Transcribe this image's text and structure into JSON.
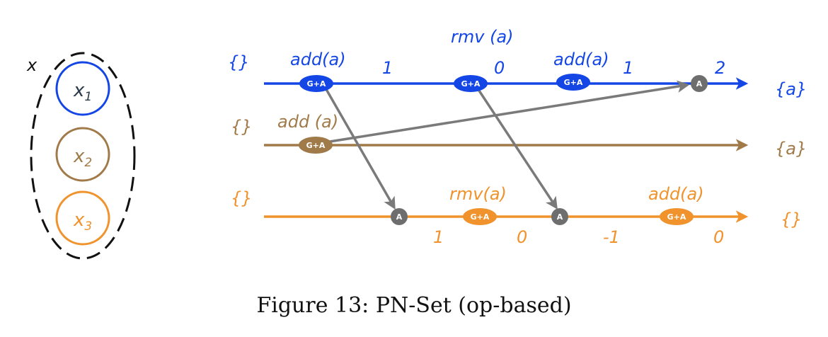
{
  "replica_set": {
    "label": "x",
    "members": [
      {
        "base": "x",
        "sub": "1",
        "color": "#1446e6",
        "text_color": "#2a3a4a"
      },
      {
        "base": "x",
        "sub": "2",
        "color": "#a07a49",
        "text_color": "#a07a49"
      },
      {
        "base": "x",
        "sub": "3",
        "color": "#f0932d",
        "text_color": "#f0932d"
      }
    ]
  },
  "timelines": [
    {
      "color": "#1446e6",
      "initial": "{}",
      "final": "{a}",
      "events": [
        {
          "badge": "G+A",
          "op": "add(a)",
          "count_after": "1"
        },
        {
          "badge": "G+A",
          "op": "rmv (a)",
          "count_after": "0"
        },
        {
          "badge": "G+A",
          "op": "add(a)",
          "count_after": "1"
        },
        {
          "badge": "A",
          "op": "",
          "count_after": "2"
        }
      ]
    },
    {
      "color": "#a07a49",
      "initial": "{}",
      "final": "{a}",
      "events": [
        {
          "badge": "G+A",
          "op": "add (a)",
          "count_after": ""
        }
      ]
    },
    {
      "color": "#f0932d",
      "initial": "{}",
      "final": "{}",
      "events": [
        {
          "badge": "A",
          "op": "",
          "count_after": "1"
        },
        {
          "badge": "G+A",
          "op": "rmv(a)",
          "count_after": "0"
        },
        {
          "badge": "A",
          "op": "",
          "count_after": "-1"
        },
        {
          "badge": "G+A",
          "op": "add(a)",
          "count_after": "0"
        }
      ]
    }
  ],
  "messages": [
    {
      "from": "r0.e0",
      "to": "r2.e0"
    },
    {
      "from": "r1.e0",
      "to": "r0.e3"
    },
    {
      "from": "r0.e1",
      "to": "r2.e2"
    }
  ],
  "colors": {
    "message": "#7a7a7a",
    "deliver_badge": "#6e6e6e"
  },
  "caption": "Figure 13: PN-Set (op-based)"
}
